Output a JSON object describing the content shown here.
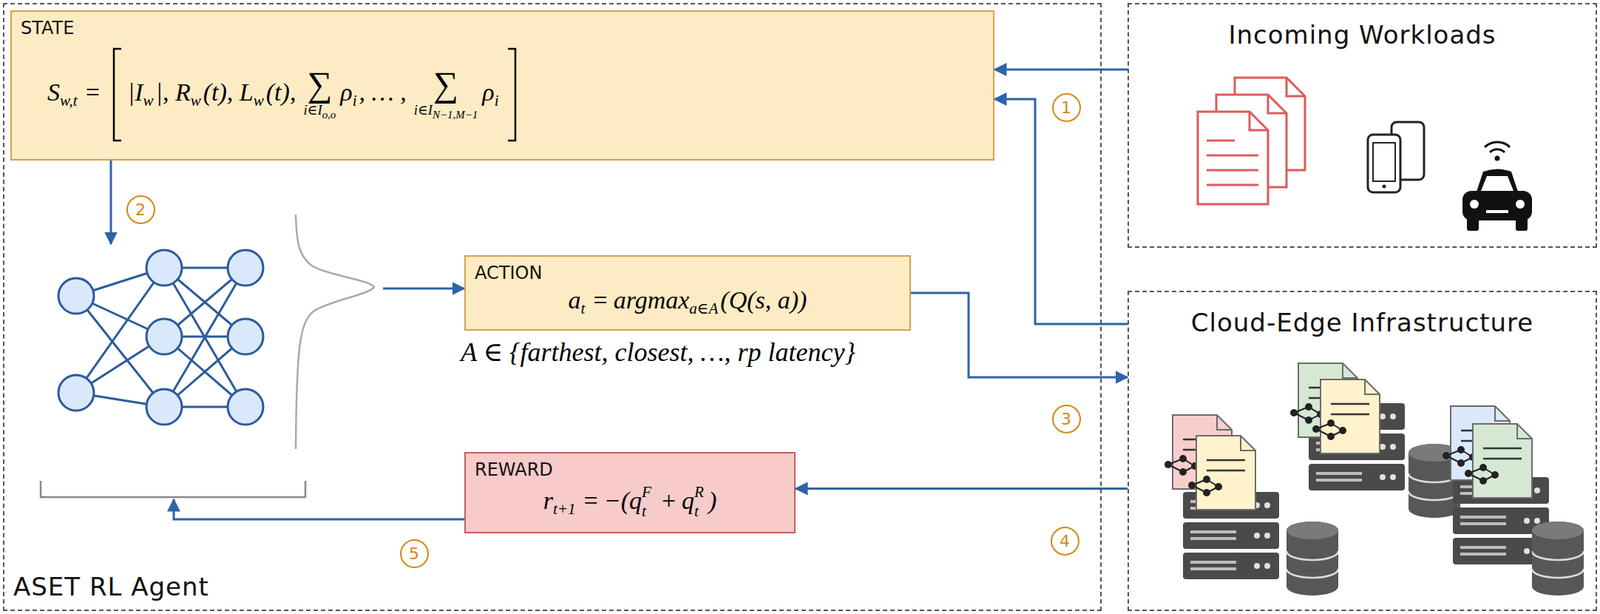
{
  "diagram": {
    "nodes": [
      {
        "text": [
          "ASET RL Agent"
        ]
      },
      {
        "text": [
          "STATE",
          "S",
          "w,t",
          "=",
          "|I",
          "w",
          "|, R",
          "w",
          "(t), L",
          "w",
          "(t),",
          "∑",
          "i∈I",
          "o,o",
          "ρ",
          "i",
          ", … ,",
          "∑",
          "i∈I",
          "N−1,M−1",
          "ρ",
          "i"
        ],
        "in": 0
      },
      {
        "text": [
          "ACTION",
          "a",
          "t",
          "=",
          "argmax",
          "a∈A",
          "(Q(s, a))"
        ],
        "in": 0
      },
      {
        "text": [
          "REWARD",
          "r",
          "t+1",
          "=",
          "−(",
          "q",
          "F",
          "t",
          "+",
          "q",
          "R",
          "t",
          ")"
        ],
        "in": 0
      },
      {
        "text": [
          "Incoming Workloads"
        ]
      },
      {
        "text": [
          "Cloud-Edge Infrastructure"
        ]
      }
    ],
    "edges": [
      {
        "from": 4,
        "to": 1,
        "arrow": "to"
      },
      {
        "from": 5,
        "to": 1,
        "arrow": "to"
      },
      {
        "from": 2,
        "to": 5,
        "arrow": "to"
      },
      {
        "from": 5,
        "to": 3,
        "arrow": "to"
      }
    ],
    "labels": [
      "1",
      "2",
      "3",
      "4",
      "5",
      "A ∈ {farthest, closest, …, rp latency}"
    ]
  }
}
